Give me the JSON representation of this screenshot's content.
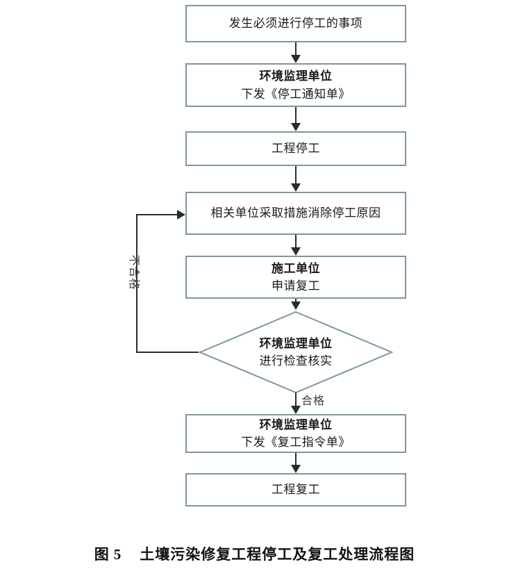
{
  "figure": {
    "caption_prefix": "图",
    "caption_number": "5",
    "caption_title": "土壤污染修复工程停工及复工处理流程图",
    "border_color": "#7d9b88",
    "line_color": "#2b2b2b"
  },
  "nodes": [
    {
      "id": "trigger-event",
      "shape": "process",
      "lines": [
        "发生必须进行停工的事项"
      ]
    },
    {
      "id": "issue-stop-work-notice",
      "shape": "process",
      "lines": [
        "环境监理单位",
        "下发《停工通知单》"
      ]
    },
    {
      "id": "project-stopped",
      "shape": "process",
      "lines": [
        "工程停工"
      ]
    },
    {
      "id": "eliminate-cause",
      "shape": "process",
      "lines": [
        "相关单位采取措施消除停工原因"
      ]
    },
    {
      "id": "apply-resume-work",
      "shape": "process",
      "lines": [
        "施工单位",
        "申请复工"
      ]
    },
    {
      "id": "inspection-decision",
      "shape": "decision",
      "lines": [
        "环境监理单位",
        "进行检查核实"
      ]
    },
    {
      "id": "issue-resume-order",
      "shape": "process",
      "lines": [
        "环境监理单位",
        "下发《复工指令单》"
      ]
    },
    {
      "id": "project-resumed",
      "shape": "process",
      "lines": [
        "工程复工"
      ]
    }
  ],
  "edge_labels": {
    "pass": "合格",
    "fail": "不合格"
  }
}
